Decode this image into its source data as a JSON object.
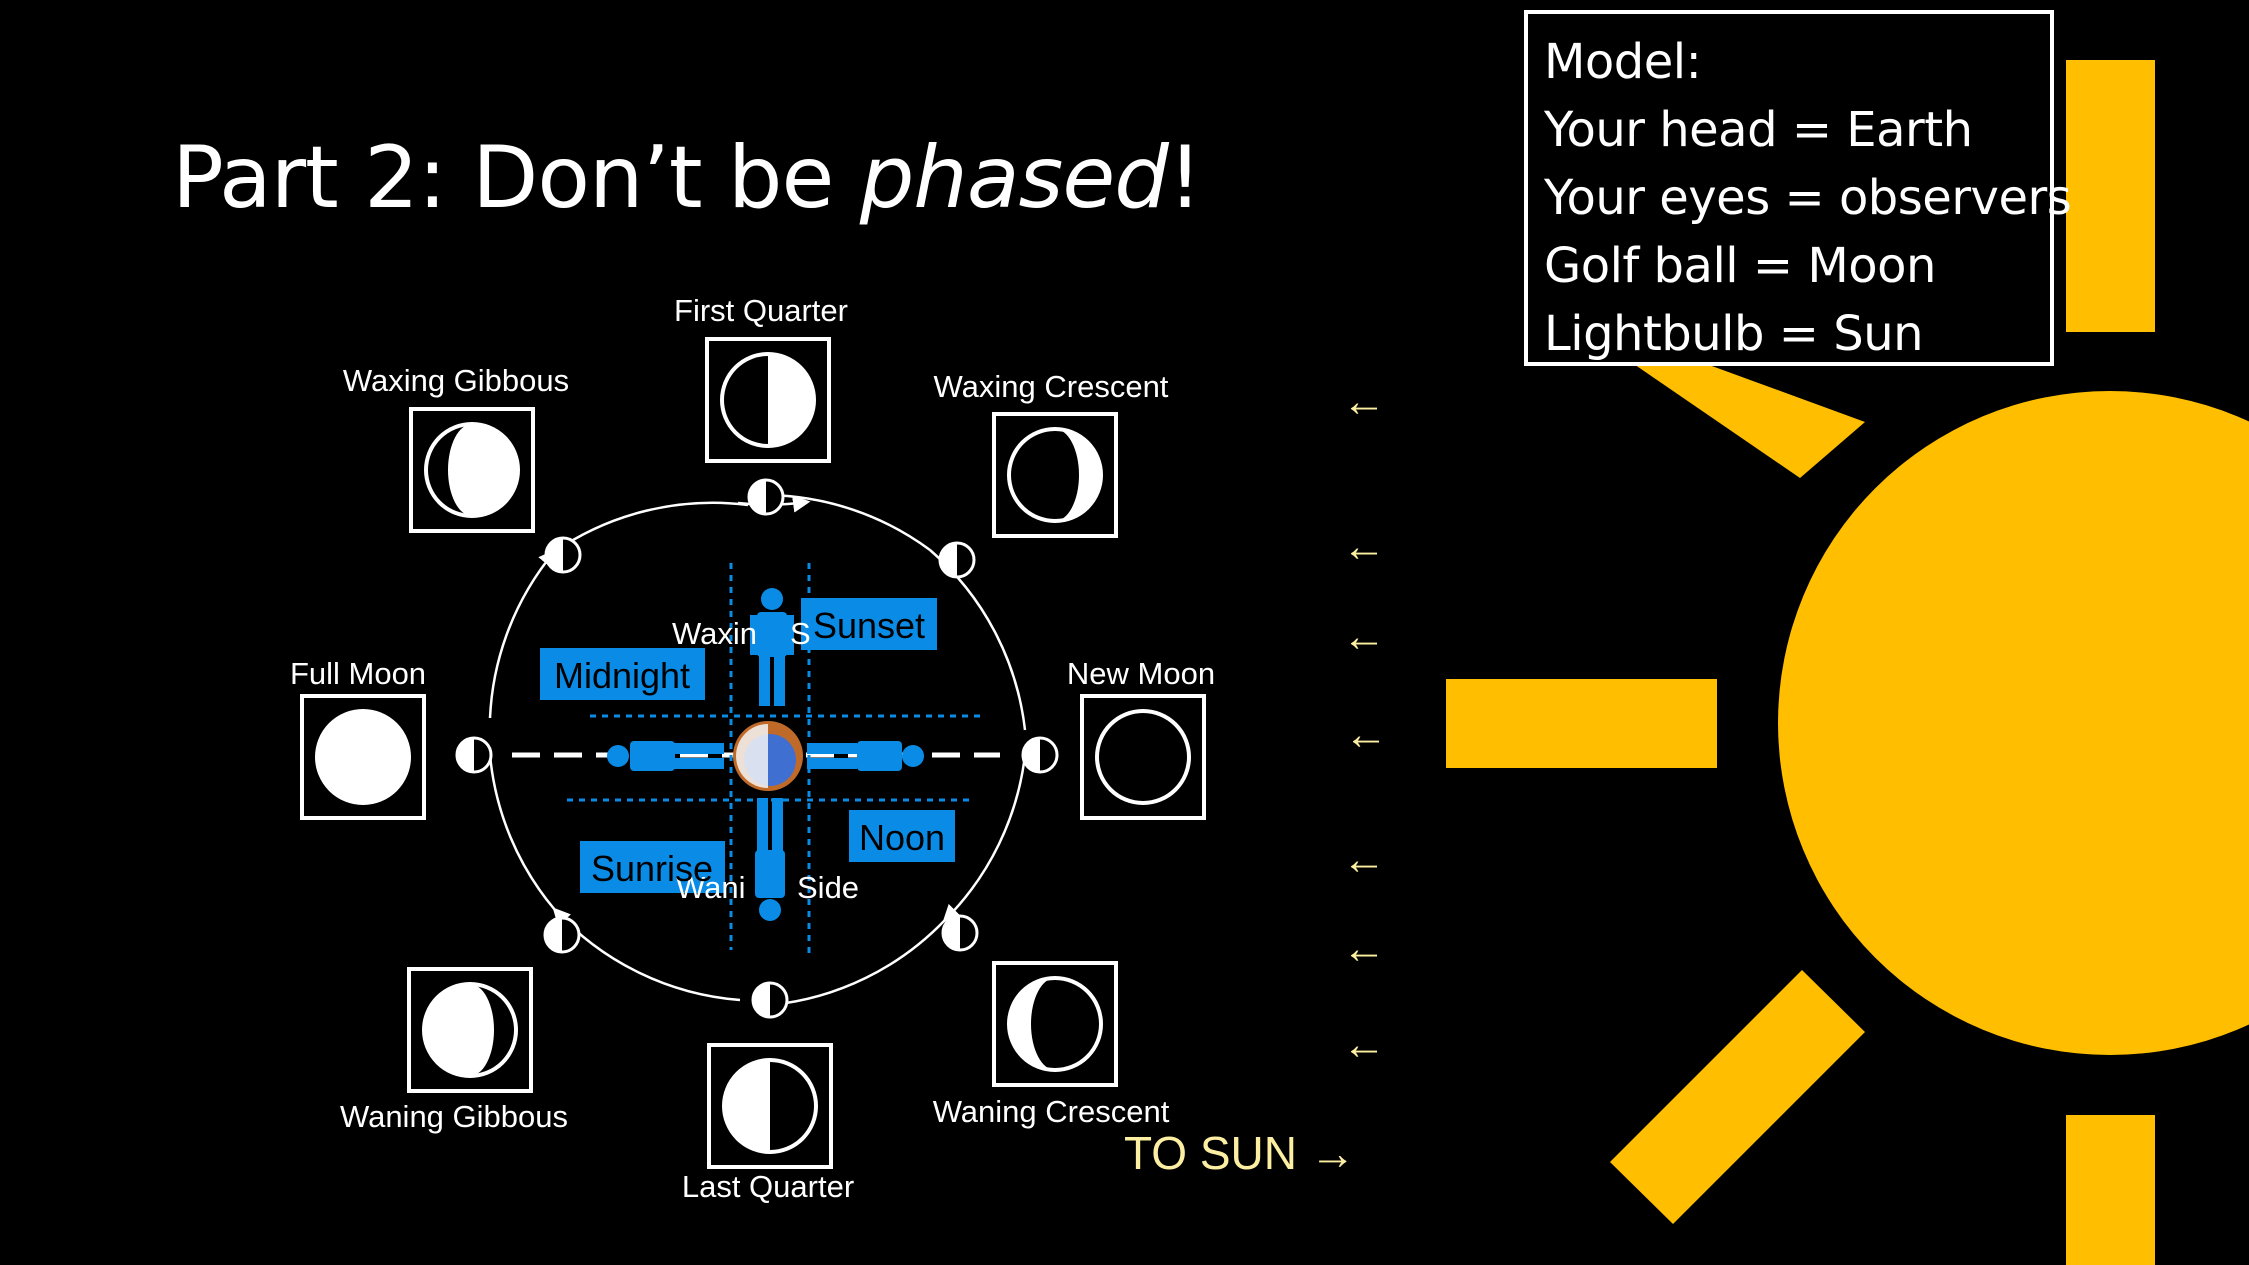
{
  "title": {
    "prefix": "Part 2: Don’t be ",
    "emphasis": "phased",
    "suffix": "!"
  },
  "model_box": {
    "lines": [
      "Model:",
      "Your head = Earth",
      "Your eyes = observers",
      "Golf ball = Moon",
      "Lightbulb = Sun"
    ]
  },
  "diagram": {
    "phases": {
      "first_quarter": "First Quarter",
      "waxing_gibbous": "Waxing Gibbous",
      "waxing_crescent": "Waxing Crescent",
      "full_moon": "Full Moon",
      "new_moon": "New Moon",
      "waning_gibbous": "Waning Gibbous",
      "waning_crescent": "Waning Crescent",
      "last_quarter": "Last Quarter"
    },
    "times": {
      "sunset": "Sunset",
      "midnight": "Midnight",
      "noon": "Noon",
      "sunrise": "Sunrise"
    },
    "side_labels": {
      "waxing": "Waxin",
      "waxing_partial": "S",
      "waning_a": "Wani",
      "waning_b": "Side"
    },
    "to_sun": "TO  SUN →",
    "arrow_glyph": "←"
  },
  "colors": {
    "background": "#000000",
    "sun": "#FFBF00",
    "highlight": "#0A8CE6",
    "arrow_text": "#FCEFA2",
    "line": "#FFFFFF"
  }
}
